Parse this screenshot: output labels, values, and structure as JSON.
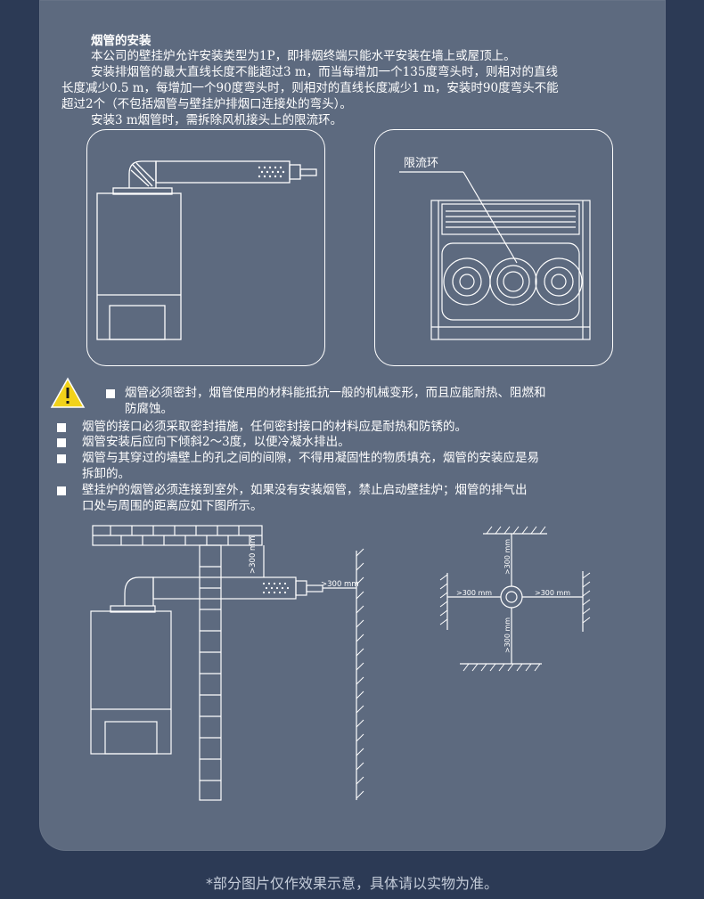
{
  "section_title": "烟管的安装",
  "paragraphs": [
    "本公司的壁挂炉允许安装类型为1P，即排烟终端只能水平安装在墙上或屋顶上。",
    "安装排烟管的最大直线长度不能超过3 m，而当每增加一个135度弯头时，则相对的直线",
    "长度减少0.5 m，每增加一个90度弯头时，则相对的直线长度减少1 m，安装时90度弯头不能",
    "超过2个（不包括烟管与壁挂炉排烟口连接处的弯头）。",
    "安装3 m烟管时，需拆除风机接头上的限流环。"
  ],
  "diagram_label": "限流环",
  "warning_text_line1": "烟管必须密封，烟管使用的材料能抵抗一般的机械变形，而且应能耐热、阻燃和",
  "warning_text_line2": "防腐蚀。",
  "bullets": [
    {
      "line1": "烟管的接口必须采取密封措施，任何密封接口的材料应是耐热和防锈的。",
      "line2": ""
    },
    {
      "line1": "烟管安装后应向下倾斜2～3度，以便冷凝水排出。",
      "line2": ""
    },
    {
      "line1": "烟管与其穿过的墙壁上的孔之间的间隙，不得用凝固性的物质填充，烟管的安装应是易",
      "line2": "拆卸的。"
    },
    {
      "line1": "壁挂炉的烟管必须连接到室外，如果没有安装烟管，禁止启动壁挂炉；烟管的排气出",
      "line2": "口处与周围的距离应如下图所示。"
    }
  ],
  "dimension_labels": {
    "top_300": ">300 mm",
    "right_300": ">300 mm",
    "cross_top": ">300 mm",
    "cross_left": ">300 mm",
    "cross_right": ">300 mm",
    "cross_bottom": ">300 mm"
  },
  "footer_note": "*部分图片仅作效果示意，具体请以实物为准。",
  "colors": {
    "page_bg": "#2c3a55",
    "panel_bg": "#5d6a7f",
    "warning": "#f2d21a"
  }
}
